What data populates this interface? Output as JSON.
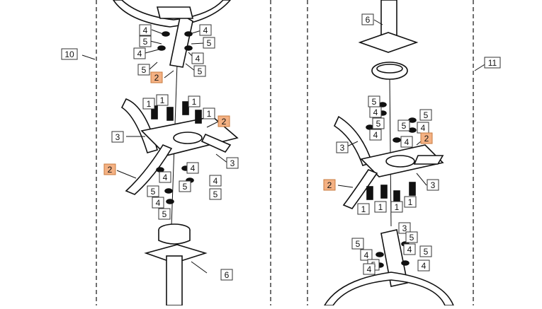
{
  "colors": {
    "ink": "#111111",
    "highlight_fill": "#f4b183",
    "highlight_stroke": "#c97b3f",
    "label_fill": "#ffffff",
    "label_stroke": "#333333"
  },
  "callouts": {
    "assembly_left": "10",
    "assembly_right": "11",
    "c1": "1",
    "c2": "2",
    "c3": "3",
    "c4": "4",
    "c5": "5",
    "c6": "6"
  }
}
